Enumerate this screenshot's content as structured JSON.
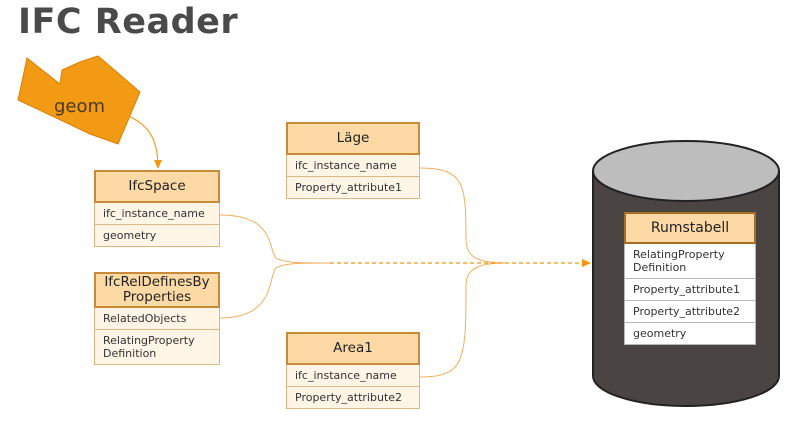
{
  "title": "IFC Reader",
  "geom_tag": "geom",
  "entities": {
    "ifcspace": {
      "name": "IfcSpace",
      "attrs": [
        "ifc_instance_name",
        "geometry"
      ]
    },
    "ifcreldefines": {
      "name_line1": "IfcRelDefinesBy",
      "name_line2": "Properties",
      "attrs": [
        "RelatedObjects",
        "RelatingProperty Definition"
      ]
    },
    "lage": {
      "name": "Läge",
      "attrs": [
        "ifc_instance_name",
        "Property_attribute1"
      ]
    },
    "area1": {
      "name": "Area1",
      "attrs": [
        "ifc_instance_name",
        "Property_attribute2"
      ]
    },
    "rumstabell": {
      "name": "Rumstabell",
      "attrs": [
        "RelatingProperty Definition",
        "Property_attribute1",
        "Property_attribute2",
        "geometry"
      ]
    }
  },
  "colors": {
    "accent": "#f0980f",
    "box_header": "#fdd9a6",
    "box_border": "#c98a3a",
    "database": "#4a4442"
  }
}
